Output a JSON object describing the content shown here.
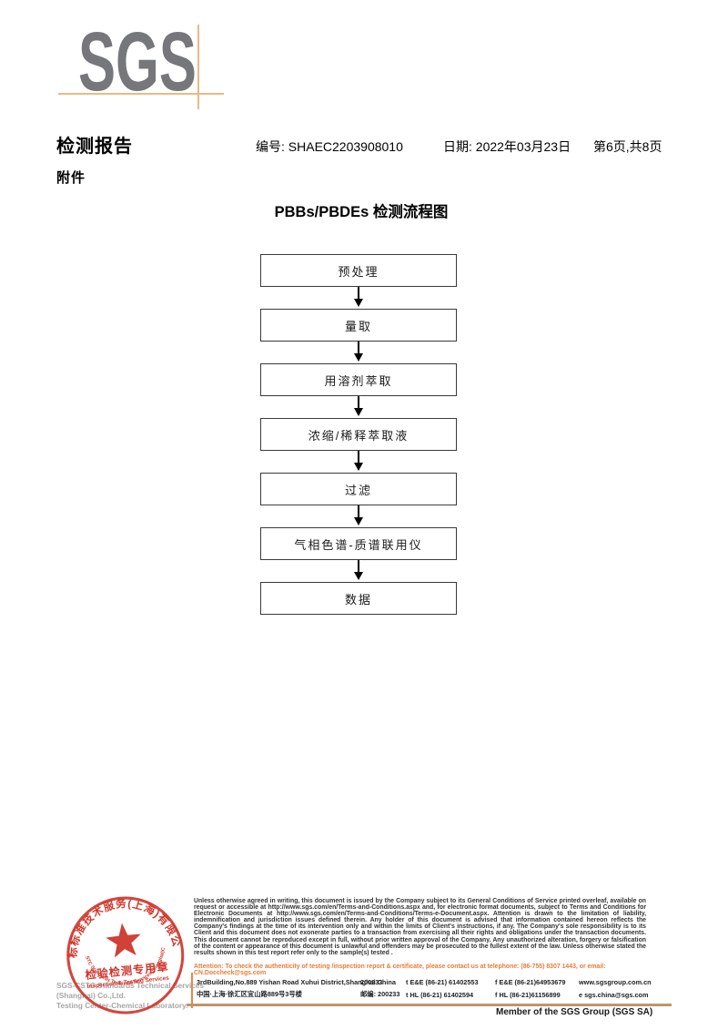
{
  "logo": {
    "text": "SGS"
  },
  "header": {
    "report_title": "检测报告",
    "report_no": "编号: SHAEC2203908010",
    "date": "日期: 2022年03月23日",
    "page_info": "第6页,共8页",
    "attachment_label": "附件",
    "flow_title": "PBBs/PBDEs 检测流程图"
  },
  "flowchart": {
    "steps": [
      "预处理",
      "量取",
      "用溶剂萃取",
      "浓缩/稀释萃取液",
      "过滤",
      "气相色谱-质谱联用仪",
      "数据"
    ]
  },
  "stamp": {
    "ring_text_zh": "通标标准技术服务(上海)有限公司",
    "ring_text_en": "SGS-CSTC Standards Technical Services(Shanghai)Co.,Ltd.",
    "center_line1": "检验检测专用章",
    "center_line2": "Inspection & Testing Services",
    "color": "#ce372c"
  },
  "footer": {
    "company_line1": "SGS-CSTC Standards Technical Services (Shanghai) Co.,Ltd.",
    "company_line2": "Testing Center-Chemical Laboratory.",
    "disclaimer": "Unless otherwise agreed in writing, this document is issued by the Company subject to its General Conditions of Service printed overleaf, available on request or accessible at http://www.sgs.com/en/Terms-and-Conditions.aspx and, for electronic format documents, subject to Terms and Conditions for Electronic Documents at http://www.sgs.com/en/Terms-and-Conditions/Terms-e-Document.aspx. Attention is drawn to the limitation of liability, indemnification and jurisdiction issues defined therein. Any holder of this document is advised that information contained hereon reflects the Company's findings at the time of its intervention only and within the limits of Client's instructions, if any. The Company's sole responsibility is to its Client and this document does not exonerate parties to a transaction from exercising all their rights and obligations under the transaction documents. This document cannot be reproduced except in full, without prior written approval of the Company. Any unauthorized alteration, forgery or falsification of the content or appearance of this document is unlawful and offenders may be prosecuted to the fullest extent of the law. Unless otherwise stated the results shown in this test report refer only to the sample(s) tested .",
    "attention": "Attention: To check the authenticity of testing /inspection report & certificate, please contact us at telephone: (86-755) 8307 1443, or email: CN.Doccheck@sgs.com",
    "address_rows": [
      {
        "address": "3rdBuilding,No.889 Yishan Road Xuhui District,Shanghai China",
        "postcode": "200233",
        "tel": "t E&E (86-21) 61402553",
        "fax": "f E&E (86-21)64953679",
        "web": "www.sgsgroup.com.cn"
      },
      {
        "address": "中国·上海·徐汇区宜山路889号3号楼",
        "postcode": "邮编: 200233",
        "tel": "t HL (86-21) 61402594",
        "fax": "f HL (86-21)61156899",
        "web": "e sgs.china@sgs.com"
      }
    ],
    "member_label": "Member of the SGS Group (SGS SA)"
  },
  "colors": {
    "logo_gray": "#76777a",
    "logo_line_orange": "#ecb984",
    "attention_orange": "#e87b38",
    "footer_line_tan": "#c1946a",
    "stamp_red": "#ce372c"
  }
}
